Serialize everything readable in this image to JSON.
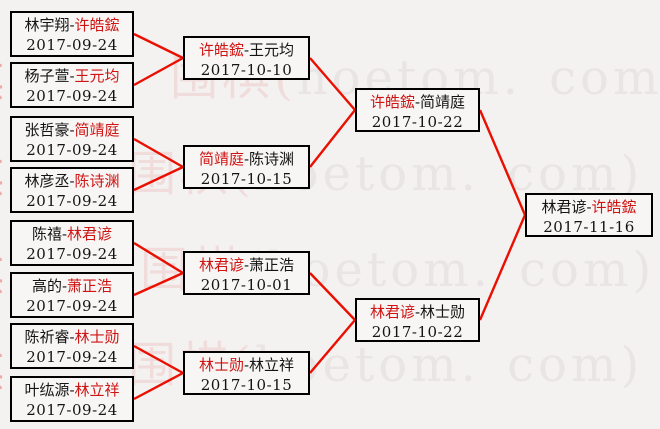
{
  "colors": {
    "line_red": "#ea0f00",
    "winner_red": "#cf1412",
    "watermark_pink": "#f0dcdb",
    "watermark_gray": "#e8e5e4",
    "watermark_edge_pink": "#eaabab",
    "box_border": "#000000",
    "background": "#f4f2f1"
  },
  "separator": "-",
  "watermark": {
    "cjk": "围棋(",
    "latin": "hoetom. com)",
    "sliver_char": "棋"
  },
  "rounds": {
    "r1": [
      {
        "a": "林宇翔",
        "b": "许皓鋐",
        "date": "2017-09-24"
      },
      {
        "a": "杨子萱",
        "b": "王元均",
        "date": "2017-09-24"
      },
      {
        "a": "张哲豪",
        "b": "简靖庭",
        "date": "2017-09-24"
      },
      {
        "a": "林彦丞",
        "b": "陈诗渊",
        "date": "2017-09-24"
      },
      {
        "a": "陈禧",
        "b": "林君谚",
        "date": "2017-09-24"
      },
      {
        "a": "高的",
        "b": "萧正浩",
        "date": "2017-09-24"
      },
      {
        "a": "陈祈睿",
        "b": "林士勋",
        "date": "2017-09-24"
      },
      {
        "a": "叶纮源",
        "b": "林立祥",
        "date": "2017-09-24"
      }
    ],
    "r2": [
      {
        "a": "许皓鋐",
        "b": "王元均",
        "date": "2017-10-10"
      },
      {
        "a": "简靖庭",
        "b": "陈诗渊",
        "date": "2017-10-15"
      },
      {
        "a": "林君谚",
        "b": "萧正浩",
        "date": "2017-10-01"
      },
      {
        "a": "林士勋",
        "b": "林立祥",
        "date": "2017-10-15"
      }
    ],
    "r3": [
      {
        "a": "许皓鋐",
        "b": "简靖庭",
        "date": "2017-10-22"
      },
      {
        "a": "林君谚",
        "b": "林士勋",
        "date": "2017-10-22"
      }
    ],
    "final": [
      {
        "a": "林君谚",
        "b": "许皓鋐",
        "date": "2017-11-16"
      }
    ]
  }
}
